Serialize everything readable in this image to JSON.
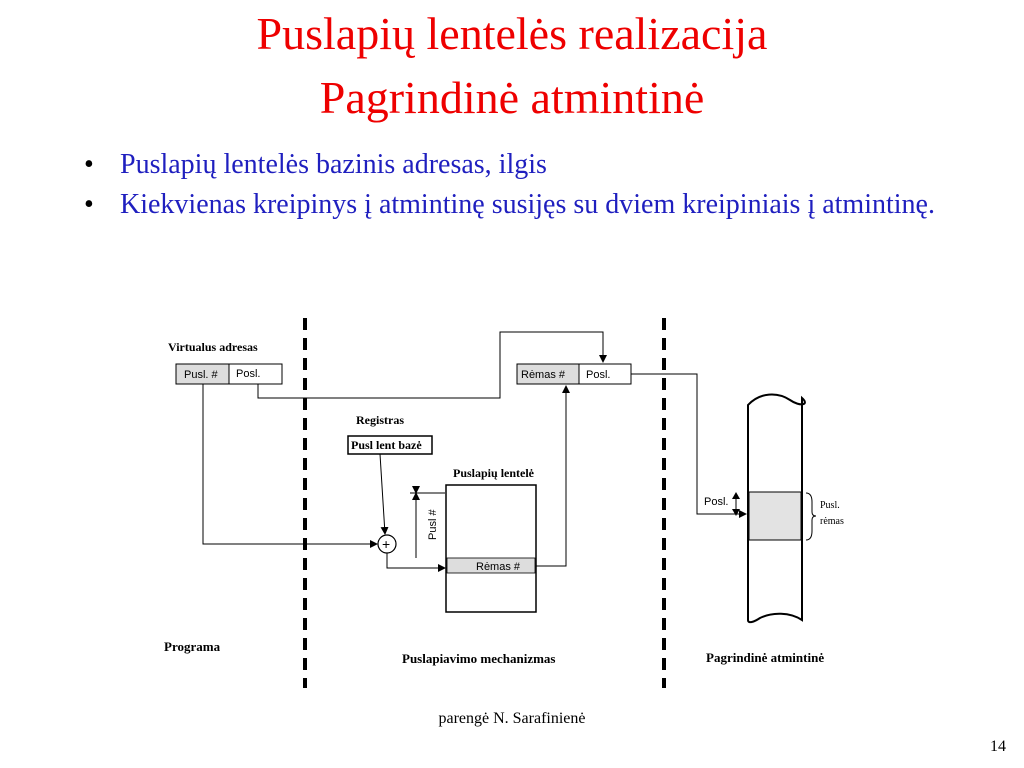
{
  "title": {
    "line1": "Puslapių lentelės realizacija",
    "line2": "Pagrindinė atmintinė"
  },
  "bullets": [
    "Puslapių lentelės bazinis adresas, ilgis",
    "Kiekvienas kreipinys į atmintinę susijęs su dviem kreipiniais į atmintinę."
  ],
  "bullet_glyph": "•",
  "diagram": {
    "virtual_address_title": "Virtualus adresas",
    "va_page_field": "Pusl. #",
    "va_offset_field": "Posl.",
    "register_title": "Registras",
    "register_value": "Pusl lent bazė",
    "page_table_title": "Puslapių lentelė",
    "page_table_index": "Pusl #",
    "page_table_entry": "Rėmas #",
    "physical_frame_field": "Rėmas #",
    "physical_offset_field": "Posl.",
    "adder_symbol": "+",
    "memory_offset_label": "Posl.",
    "memory_frame_label_1": "Pusl.",
    "memory_frame_label_2": "rėmas",
    "section_program": "Programa",
    "section_mechanism": "Puslapiavimo mechanizmas",
    "section_memory": "Pagrindinė atmintinė"
  },
  "footer": "parengė N. Sarafinienė",
  "page_number": "14",
  "colors": {
    "title": "#ee0000",
    "bullet_text": "#1f1fbf",
    "field_fill": "#dddddd",
    "frame_fill": "#e3e3e3"
  }
}
